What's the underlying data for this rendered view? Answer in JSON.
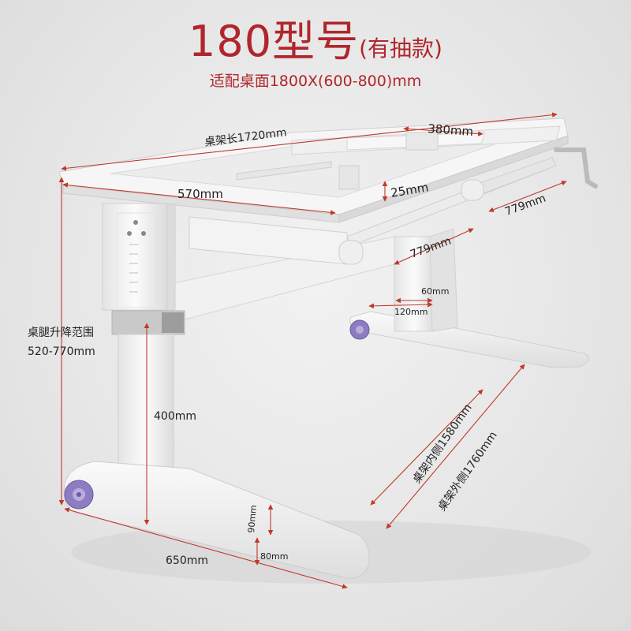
{
  "title": {
    "main": "180型号",
    "suffix": "(有抽款)"
  },
  "subtitle": "适配桌面1800X(600-800)mm",
  "labels": {
    "frame_length": "桌架长1720mm",
    "crossbar_width": "380mm",
    "frame_depth": "570mm",
    "thickness": "25mm",
    "side_a": "779mm",
    "side_b": "779mm",
    "leg_range_title": "桌腿升降范围",
    "leg_range_value": "520-770mm",
    "post_width": "60mm",
    "foot_width": "120mm",
    "leg_height": "400mm",
    "inner_width": "桌架内侧1580mm",
    "outer_width": "桌架外侧1760mm",
    "foot_height": "90mm",
    "foot_base": "80mm",
    "foot_length": "650mm"
  },
  "colors": {
    "accent": "#b0262c",
    "dimension_line": "#c0392b",
    "frame": "#f4f4f4",
    "wheel": "#8e7cc3"
  }
}
